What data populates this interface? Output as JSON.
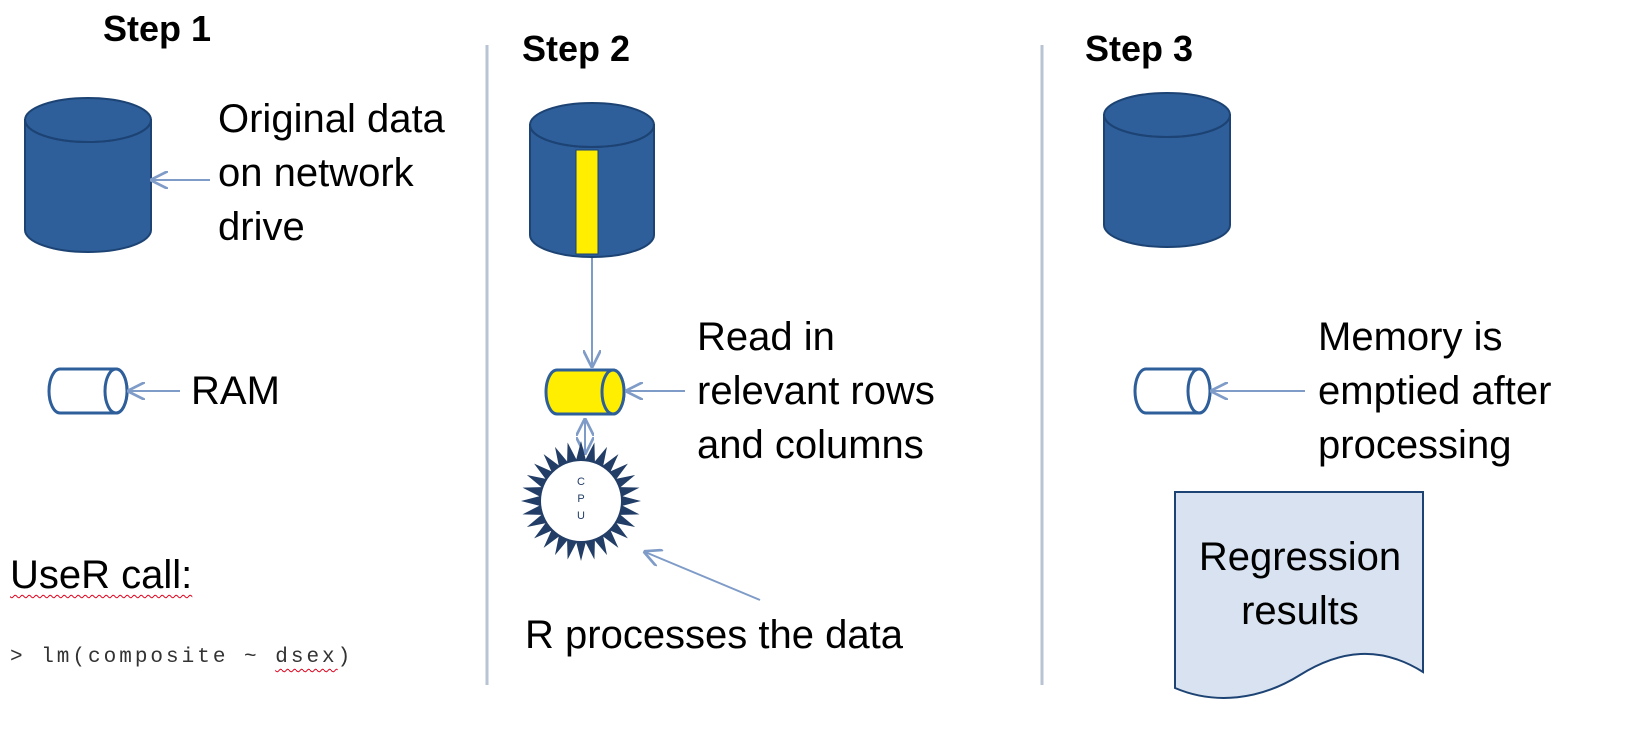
{
  "colors": {
    "db_fill": "#2e5f9a",
    "db_stroke": "#1c4373",
    "highlight": "#ffee00",
    "arrow": "#7f9bc7",
    "divider": "#b8c3d3",
    "doc_fill": "#d9e2f0",
    "cpu_fill": "#223d66"
  },
  "steps": [
    {
      "title": "Step 1",
      "db_label": [
        "Original data",
        "on network",
        "drive"
      ],
      "ram_label": "RAM",
      "call_title": "UseR call:",
      "call_code": {
        "prefix": "> lm(composite ~ ",
        "var": "dsex",
        "suffix": ")"
      }
    },
    {
      "title": "Step 2",
      "ram_label": [
        "Read in",
        "relevant rows",
        "and columns"
      ],
      "cpu_label": [
        "C",
        "P",
        "U"
      ],
      "process_label": "R processes the data"
    },
    {
      "title": "Step 3",
      "ram_label": [
        "Memory is",
        "emptied after",
        "processing"
      ],
      "doc_label": [
        "Regression",
        "results"
      ]
    }
  ],
  "icons": [
    "database-icon",
    "ram-icon",
    "cpu-icon",
    "document-icon",
    "arrow-icon"
  ]
}
